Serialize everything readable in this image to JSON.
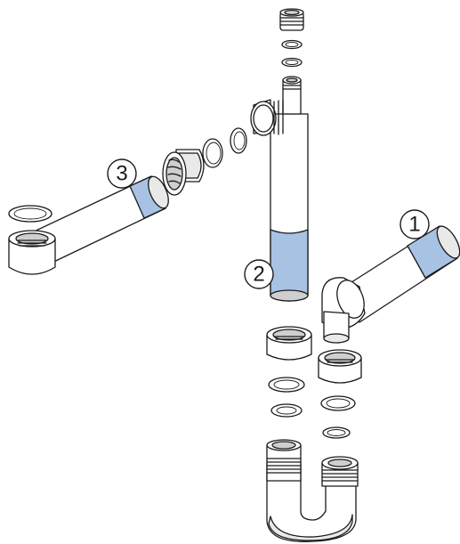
{
  "diagram": {
    "callouts": [
      {
        "id": "1",
        "label": "1"
      },
      {
        "id": "2",
        "label": "2"
      },
      {
        "id": "3",
        "label": "3"
      }
    ],
    "colors": {
      "highlight": "#a8c2e4",
      "outline": "#1a1a1a",
      "part_fill": "#ffffff",
      "shadow": "#e9e9e9"
    }
  }
}
